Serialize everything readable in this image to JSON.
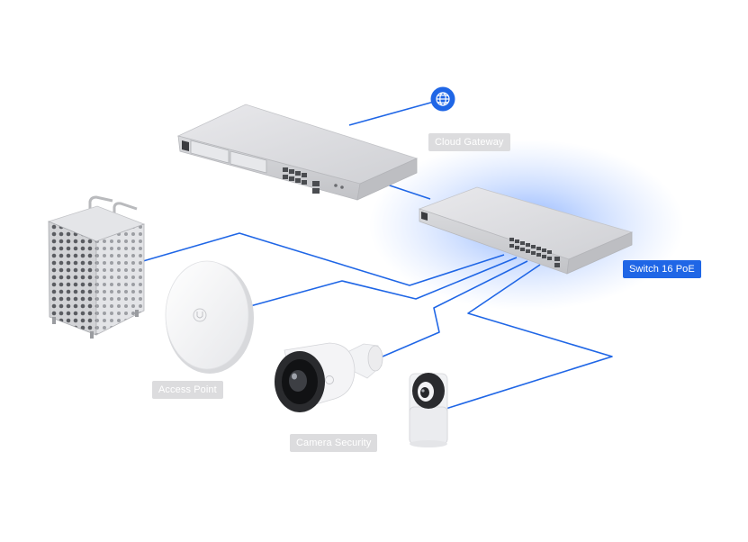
{
  "labels": {
    "cloud_gateway": "Cloud Gateway",
    "switch": "Switch 16 PoE",
    "access_point": "Access Point",
    "camera_security": "Camera Security"
  },
  "icons": {
    "internet": "globe-icon",
    "access_point_logo": "u-logo-icon",
    "camera_logo": "u-logo-icon"
  },
  "colors": {
    "link": "#1f66e6",
    "active_label": "#1f66e6",
    "muted_label": "#dcdcde",
    "glow": "#2f74ff"
  }
}
